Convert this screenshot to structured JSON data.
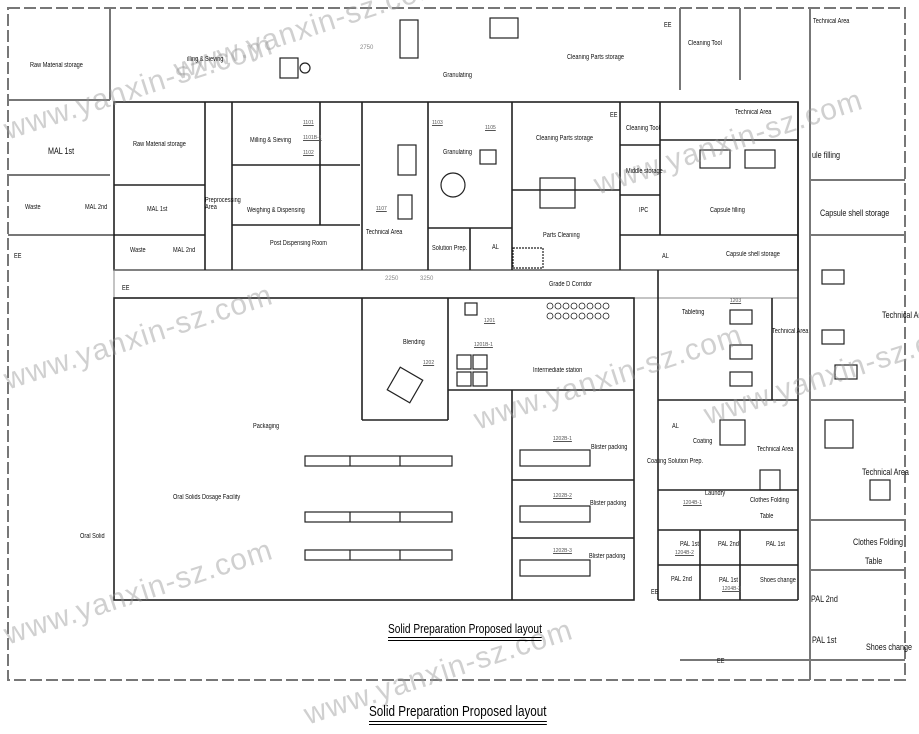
{
  "title": "Solid Preparation Proposed layout",
  "title_repeat": "Solid Preparation Proposed layout",
  "watermark": "www.yanxin-sz.com",
  "dimensions": [
    "2750",
    "2250",
    "3250"
  ],
  "background_plan": {
    "rooms": [
      "Raw Material storage",
      "illing & Sieving",
      "Granulating",
      "Cleaning Parts storage",
      "EE",
      "Cleaning Tool",
      "Technical Area",
      "ule filling",
      "Capsule shell storage",
      "Technical Area",
      "Technical Area",
      "Clothes Folding",
      "Table",
      "PAL 2nd",
      "PAL 1st",
      "Shoes change",
      "MAL 1st",
      "Waste",
      "MAL 2nd",
      "EE",
      "Oral Solid",
      "EE"
    ]
  },
  "main_plan": {
    "rooms": [
      "Raw Material storage",
      "Milling & Sieving",
      "Weighing & Dispensing",
      "Preprocessing Area",
      "MAL 1st",
      "Waste",
      "MAL 2nd",
      "Post Dispensing Room",
      "Technical Area",
      "Granulating",
      "Solution Prep.",
      "AL",
      "Cleaning Parts storage",
      "Parts Cleaning",
      "EE",
      "Cleaning Tool",
      "Middle storage",
      "IPC",
      "Capsule filling",
      "Capsule shell storage",
      "AL",
      "Technical Area",
      "EE",
      "Grade D Corridor",
      "Blending",
      "Intermediate station",
      "Packaging",
      "Oral Solids Dosage Facility",
      "Blister packing",
      "Blister packing",
      "Blister packing",
      "Tableting",
      "Technical Area",
      "AL",
      "Coating",
      "Coating Solution Prep.",
      "Technical Area",
      "Laundry",
      "Clothes Folding",
      "Table",
      "PAL 1st",
      "PAL 2nd",
      "PAL 1st",
      "PAL 2nd",
      "PAL 1st",
      "Shoes change",
      "EE"
    ]
  },
  "equipment_codes": [
    "1101",
    "1101B-1",
    "1102",
    "1103",
    "1105",
    "1107",
    "1201",
    "1201B-1",
    "1202",
    "1202B-1",
    "1202B-2",
    "1202B-3",
    "1203",
    "1204B-1",
    "1204B-2",
    "1204B-3"
  ]
}
